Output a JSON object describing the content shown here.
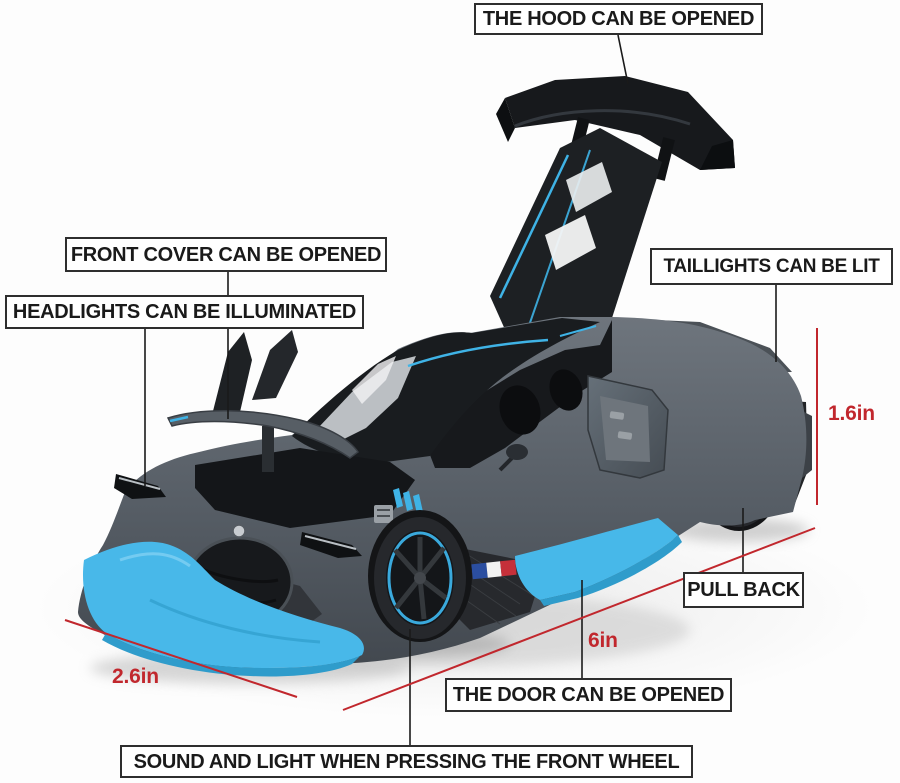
{
  "annotations": {
    "hood": "THE HOOD CAN BE OPENED",
    "front_cover": "FRONT COVER CAN BE OPENED",
    "headlights": "HEADLIGHTS CAN BE ILLUMINATED",
    "taillights": "TAILLIGHTS CAN BE LIT",
    "pull_back": "PULL BACK",
    "door": "THE DOOR CAN BE OPENED",
    "sound": "SOUND AND LIGHT WHEN PRESSING THE FRONT WHEEL"
  },
  "dimensions": {
    "height": "1.6in",
    "length": "6in",
    "width": "2.6in"
  },
  "colors": {
    "annotation_red": "#c1272d",
    "label_text": "#1a1a1a",
    "label_border": "#2e2e2e",
    "label_background": "#ffffff",
    "car_body_gray": "#5b626a",
    "car_accent_blue": "#45b7e8",
    "car_black": "#1b1d20",
    "background": "#fdfdfd"
  }
}
